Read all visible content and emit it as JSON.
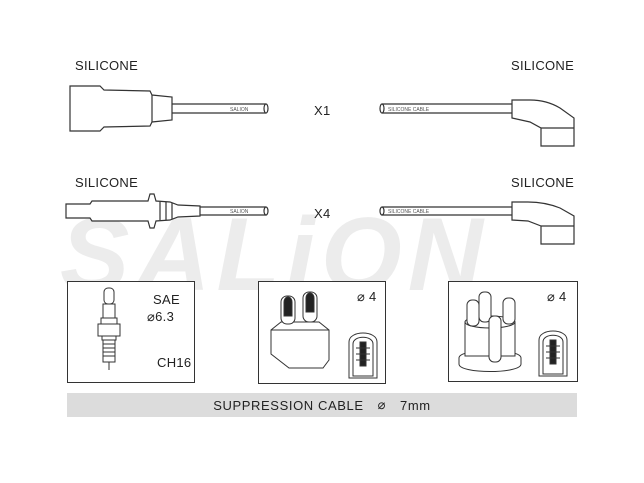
{
  "watermark": "SALiON",
  "row1": {
    "left_label": "SILICONE",
    "right_label": "SILICONE",
    "qty": "X1",
    "left_cable_text": "SALION",
    "right_cable_text": "SILICONE CABLE"
  },
  "row2": {
    "left_label": "SILICONE",
    "right_label": "SILICONE",
    "qty": "X4",
    "left_cable_text": "SALION",
    "right_cable_text": "SILICONE CABLE"
  },
  "plug_box": {
    "standard": "SAE",
    "size": "⌀6.3",
    "code": "CH16"
  },
  "distributor_box_1": {
    "terminal": "⌀ 4"
  },
  "distributor_box_2": {
    "terminal": "⌀ 4"
  },
  "footer": {
    "label": "SUPPRESSION CABLE",
    "symbol": "⌀",
    "value": "7mm"
  },
  "colors": {
    "line": "#333333",
    "footer_bg": "#dcdcdc",
    "watermark": "#ececec"
  }
}
